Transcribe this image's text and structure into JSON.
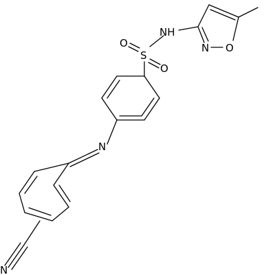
{
  "molecule": {
    "atom_labels": {
      "sulfur": "S",
      "sulfonyl_oxygen_top": "O",
      "sulfonyl_oxygen_bottom": "O",
      "amide_nh": "NH",
      "ring_nitrogen": "N",
      "ring_oxygen": "O",
      "imine_nitrogen": "N",
      "nitrile_nitrogen": "N"
    },
    "colors": {
      "bond": "#000000",
      "label": "#000000",
      "background": "#ffffff"
    }
  }
}
